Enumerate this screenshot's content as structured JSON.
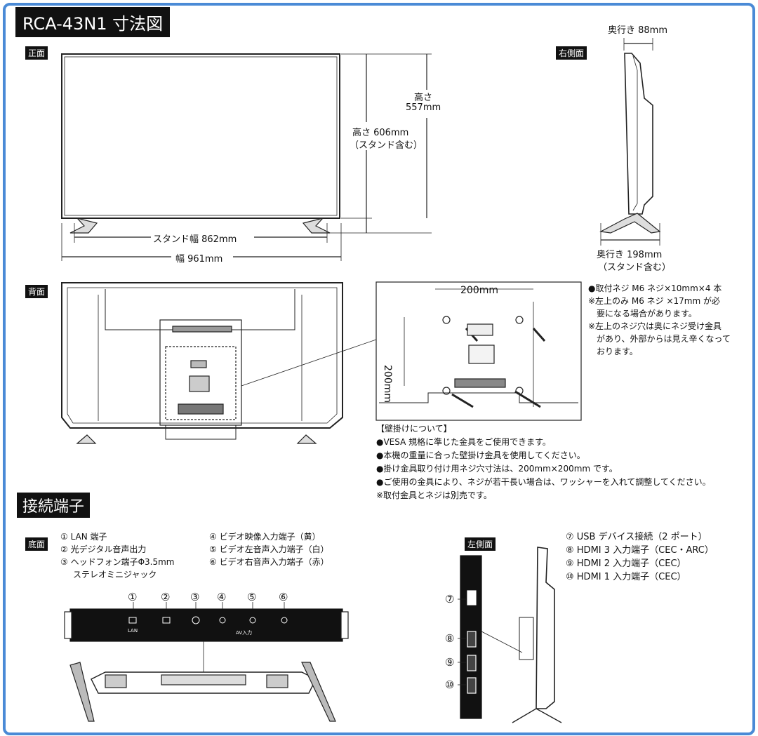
{
  "title": "RCA-43N1 寸法図",
  "labels": {
    "front": "正面",
    "right": "右側面",
    "back": "背面",
    "bottom": "底面",
    "left": "左側面",
    "connectors_section": "接続端子"
  },
  "front_dims": {
    "height_screen": "高さ",
    "height_screen_val": "557mm",
    "height_stand": "高さ 606mm",
    "height_stand_note": "（スタンド含む）",
    "stand_width": "スタンド幅 862mm",
    "width": "幅 961mm"
  },
  "side_dims": {
    "depth": "奥行き 88mm",
    "depth_stand": "奥行き 198mm",
    "depth_stand_note": "（スタンド含む）"
  },
  "vesa_detail": {
    "h": "200mm",
    "v": "200mm"
  },
  "screw_notes": [
    "●取付ネジ M6 ネジ×10mm×4 本",
    "※左上のみ M6 ネジ ×17mm が必",
    "要になる場合があります。",
    "※左上のネジ穴は奥にネジ受け金具",
    "があり、外部からは見え辛くなって",
    "おります。"
  ],
  "wall_notes": [
    "【壁掛けについて】",
    "●VESA 規格に準じた金具をご使用できます。",
    "●本機の重量に合った壁掛け金具を使用してください。",
    "●掛け金具取り付け用ネジ穴寸法は、200mm×200mm です。",
    "●ご使用の金具により、ネジが若干長い場合は、ワッシャーを入れて調整してください。",
    "※取付金具とネジは別売です。"
  ],
  "bottom_ports_col1": [
    "① LAN 端子",
    "② 光デジタル音声出力",
    "③ ヘッドフォン端子Φ3.5mm",
    "ステレオミニジャック"
  ],
  "bottom_ports_col2": [
    "④ ビデオ映像入力端子（黄）",
    "⑤ ビデオ左音声入力端子（白）",
    "⑥ ビデオ右音声入力端子（赤）"
  ],
  "left_ports": [
    "⑦ USB デバイス接続（2 ポート）",
    "⑧ HDMI 3 入力端子（CEC・ARC）",
    "⑨ HDMI 2 入力端子（CEC）",
    "⑩ HDMI 1 入力端子（CEC）"
  ],
  "port_numbers": [
    "①",
    "②",
    "③",
    "④",
    "⑤",
    "⑥"
  ],
  "left_port_numbers": [
    "⑦",
    "⑧",
    "⑨",
    "⑩"
  ],
  "panel_labels": {
    "lan": "LAN",
    "av_in": "AV入力"
  }
}
